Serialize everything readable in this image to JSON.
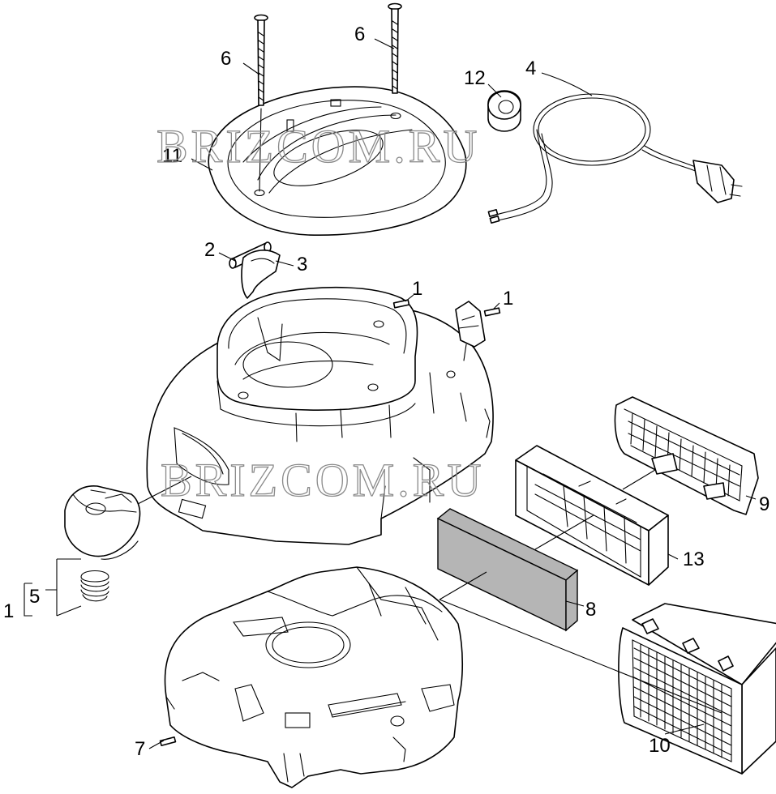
{
  "watermark": "BRIZCOM.RU",
  "callouts": [
    "1",
    "2",
    "3",
    "4",
    "5",
    "6",
    "7",
    "8",
    "9",
    "10",
    "11",
    "12",
    "13"
  ],
  "colors": {
    "line": "#000000",
    "filter": "#b5b5b5",
    "watermark": "#8a8a8a"
  }
}
